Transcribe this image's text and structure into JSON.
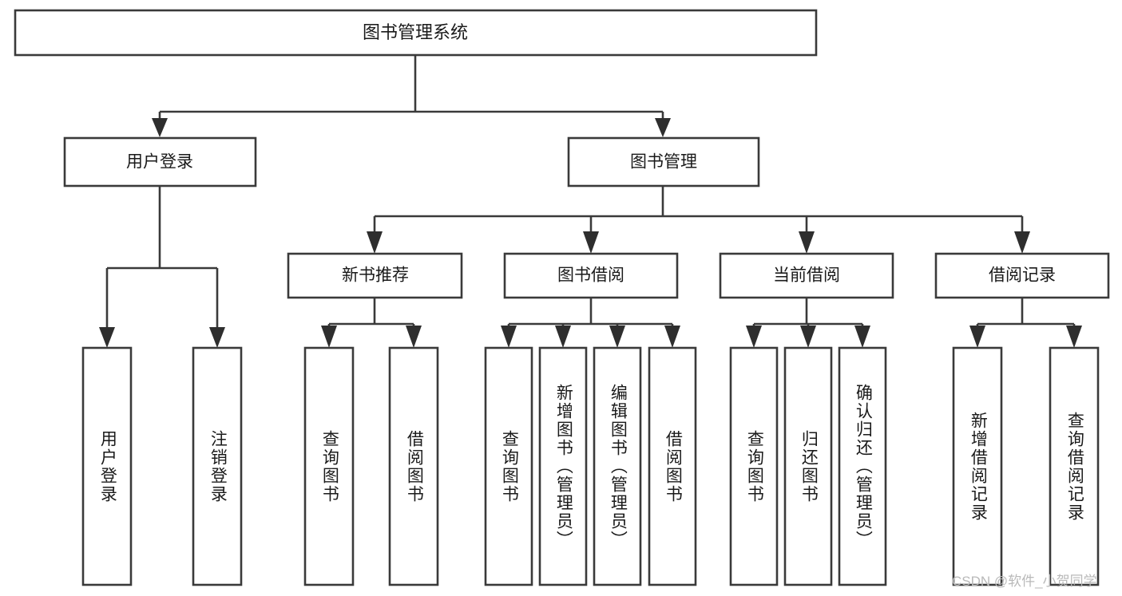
{
  "diagram": {
    "type": "tree",
    "title": "图书管理系统",
    "root": {
      "label": "图书管理系统"
    },
    "level1": [
      {
        "label": "用户登录"
      },
      {
        "label": "图书管理"
      }
    ],
    "level2": [
      {
        "label": "新书推荐"
      },
      {
        "label": "图书借阅"
      },
      {
        "label": "当前借阅"
      },
      {
        "label": "借阅记录"
      }
    ],
    "leaves": {
      "user_login": [
        {
          "label": "用户登录"
        },
        {
          "label": "注销登录"
        }
      ],
      "new_book_recommend": [
        {
          "label": "查询图书"
        },
        {
          "label": "借阅图书"
        }
      ],
      "book_borrow": [
        {
          "label": "查询图书"
        },
        {
          "label": "新增图书（管理员）"
        },
        {
          "label": "编辑图书（管理员）"
        },
        {
          "label": "借阅图书"
        }
      ],
      "current_borrow": [
        {
          "label": "查询图书"
        },
        {
          "label": "归还图书"
        },
        {
          "label": "确认归还（管理员）"
        }
      ],
      "borrow_record": [
        {
          "label": "新增借阅记录"
        },
        {
          "label": "查询借阅记录"
        }
      ]
    }
  },
  "watermark": {
    "text": "CSDN @软件_小贺同学"
  },
  "colors": {
    "box_stroke": "#3a3a3a",
    "connector": "#3a3a3a",
    "text": "#1a1a1a",
    "background": "#ffffff",
    "watermark": "#b9b9b9"
  }
}
